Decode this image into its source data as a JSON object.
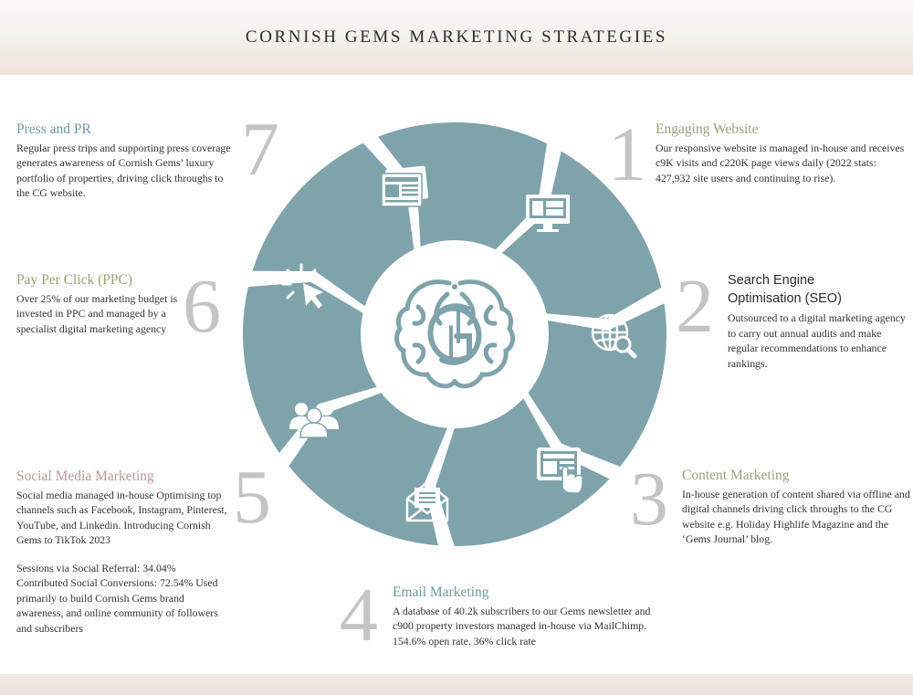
{
  "title": "CORNISH GEMS MARKETING STRATEGIES",
  "colors": {
    "segment": "#7fa3aa",
    "number": "#c4c4c4",
    "teal_heading": "#6f9aa3",
    "olive_heading": "#9aa27c",
    "rose_heading": "#b79a95"
  },
  "steps": [
    {
      "number": "1",
      "heading": "Engaging Website",
      "icon": "desktop-monitor-icon",
      "text": "Our responsive website is managed in-house and receives c9K visits and c220K page views daily (2022 stats: 427,932 site users and continuing to rise)."
    },
    {
      "number": "2",
      "heading_line1": "Search Engine",
      "heading_line2": "Optimisation (SEO)",
      "icon": "globe-search-icon",
      "text": "Outsourced to a digital marketing agency to carry out annual audits and make regular recommendations to enhance rankings."
    },
    {
      "number": "3",
      "heading": "Content Marketing",
      "icon": "tablet-touch-icon",
      "text": "In-house generation of content shared via offline and digital channels driving click throughs to the CG website e.g. Holiday Highlife Magazine and the ‘Gems Journal’ blog."
    },
    {
      "number": "4",
      "heading": "Email Marketing",
      "icon": "open-envelope-icon",
      "text": "A database of 40.2k subscribers to our Gems newsletter and c900 property investors managed in-house via MailChimp. 154.6% open rate. 36% click rate"
    },
    {
      "number": "5",
      "heading": "Social Media Marketing",
      "icon": "people-group-icon",
      "text": "Social media managed in-house Optimising top channels such as Facebook, Instagram, Pinterest, YouTube, and Linkedin. Introducing Cornish Gems to TikTok 2023",
      "text2": "Sessions via Social Referral: 34.04% Contributed Social Conversions: 72.54% Used primarily to build Cornish Gems brand awareness, and online community of followers and subscribers"
    },
    {
      "number": "6",
      "heading": "Pay Per Click (PPC)",
      "icon": "cursor-click-icon",
      "text": "Over 25% of our marketing budget is invested in PPC and managed by a specialist digital marketing agency"
    },
    {
      "number": "7",
      "heading": "Press and PR",
      "icon": "newspaper-icon",
      "text": "Regular press trips and supporting press coverage generates awareness of Cornish Gems’ luxury portfolio of properties, driving click throughs to the CG website."
    }
  ],
  "center_logo": "cornish-gems-monogram"
}
